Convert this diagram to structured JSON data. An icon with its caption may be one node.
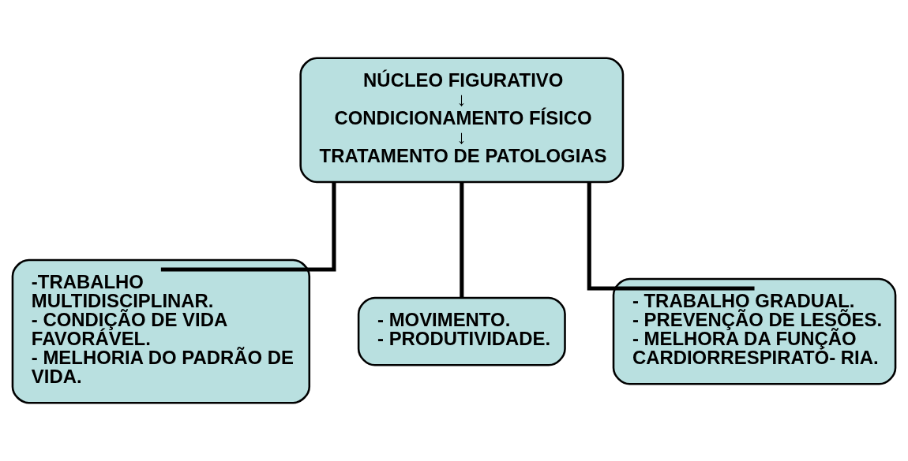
{
  "diagram": {
    "nodes": [
      {
        "text": [
          "NÚCLEO FIGURATIVO",
          "↓",
          "CONDICIONAMENTO FÍSICO",
          "↓",
          "TRATAMENTO DE PATOLOGIAS"
        ]
      },
      {
        "text": [
          "-TRABALHO MULTIDISCIPLINAR.",
          "- CONDIÇÃO DE VIDA FAVORÁVEL.",
          "- MELHORIA DO PADRÃO DE VIDA."
        ]
      },
      {
        "text": [
          "- MOVIMENTO.",
          "- PRODUTIVIDADE."
        ]
      },
      {
        "text": [
          "- TRABALHO GRADUAL.",
          "- PREVENÇÃO DE LESÕES.",
          "- MELHORA DA FUNÇÃO CARDIORRESPIRATÓ- RIA."
        ]
      }
    ],
    "edges": [
      {
        "from": 0,
        "to": 1,
        "arrow": "none"
      },
      {
        "from": 0,
        "to": 2,
        "arrow": "none"
      },
      {
        "from": 0,
        "to": 3,
        "arrow": "none"
      }
    ]
  }
}
